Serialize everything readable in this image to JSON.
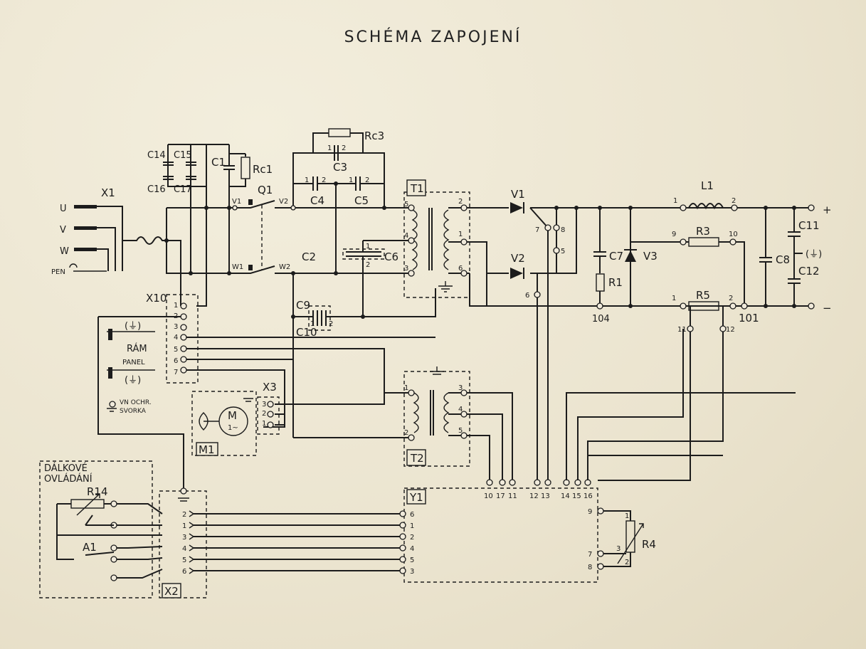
{
  "title": "SCHÉMA ZAPOJENÍ",
  "labels": {
    "x1": "X1",
    "u": "U",
    "v": "V",
    "w": "W",
    "pen": "PEN",
    "c14": "C14",
    "c15": "C15",
    "c16": "C16",
    "c17": "C17",
    "c1": "C1",
    "rc1": "Rc1",
    "q1": "Q1",
    "v1t": "V1",
    "v2t": "V2",
    "w1": "W1",
    "w2": "W2",
    "rc3": "Rc3",
    "c3": "C3",
    "c4": "C4",
    "c5": "C5",
    "c2": "C2",
    "c6": "C6",
    "c9": "C9",
    "c10": "C10",
    "t1": "T1",
    "t2": "T2",
    "v1": "V1",
    "v2": "V2",
    "v3": "V3",
    "c7": "C7",
    "r1": "R1",
    "n104": "104",
    "l1": "L1",
    "r3": "R3",
    "r5": "R5",
    "n101": "101",
    "c8": "C8",
    "c11": "C11",
    "c12": "C12",
    "plus": "+",
    "minus": "−",
    "gnd_paren": "(⏚)",
    "x10": "X10",
    "ram": "RÁM",
    "panel": "PANEL",
    "gnd1": "(⏚)",
    "gnd2": "(⏚)",
    "vn": "VN OCHR.",
    "svorka": "SVORKA",
    "m": "M",
    "m_ac": "1~",
    "m1": "M1",
    "x3": "X3",
    "dalkove": "DÁLKOVÉ",
    "ovladani": "OVLÁDÁNÍ",
    "r14": "R14",
    "a1": "A1",
    "x2": "X2",
    "y1": "Y1",
    "r4": "R4"
  },
  "x10_pins": [
    "1",
    "2",
    "3",
    "4",
    "5",
    "6",
    "7"
  ],
  "x3_pins": [
    "3",
    "2",
    "1"
  ],
  "x2_pins": [
    "2",
    "1",
    "3",
    "4",
    "5",
    "6"
  ],
  "y1_left_pins": [
    "6",
    "1",
    "2",
    "4",
    "5",
    "3"
  ],
  "y1_top_pins": [
    "10",
    "17",
    "11",
    "12",
    "13",
    "14",
    "15",
    "16"
  ],
  "y1_right_pins": [
    "9",
    "7",
    "8"
  ],
  "t1_pri_pins": [
    "5",
    "4",
    "3"
  ],
  "t1_sec_pins": [
    "2",
    "1",
    "6"
  ],
  "t2_pri_pins": [
    "1",
    "2"
  ],
  "t2_sec_pins": [
    "3",
    "4",
    "5"
  ],
  "misc_pins": {
    "p7": "7",
    "p8": "8",
    "p5": "5",
    "p6": "6",
    "p1": "1",
    "p2": "2",
    "p9": "9",
    "p10": "10",
    "p11": "11",
    "p12": "12",
    "r4_1": "1",
    "r4_2": "2",
    "r4_3": "3"
  },
  "colors": {
    "ink": "#1c1c1c",
    "paper": "#efe9d6"
  }
}
